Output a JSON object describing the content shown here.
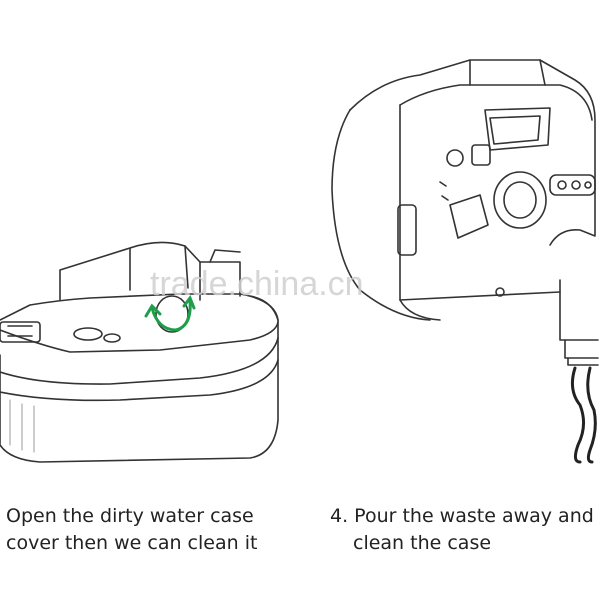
{
  "watermark": "trade.china.cn",
  "steps": [
    {
      "lines": [
        "Open the dirty water case",
        "cover then we can clean it"
      ]
    },
    {
      "lines": [
        "4. Pour the waste away and",
        "clean the case"
      ]
    }
  ],
  "colors": {
    "line": "#333333",
    "arrow": "#1e9e4a",
    "text": "#222222"
  },
  "icons": [
    "rotate-arrow-icon"
  ]
}
